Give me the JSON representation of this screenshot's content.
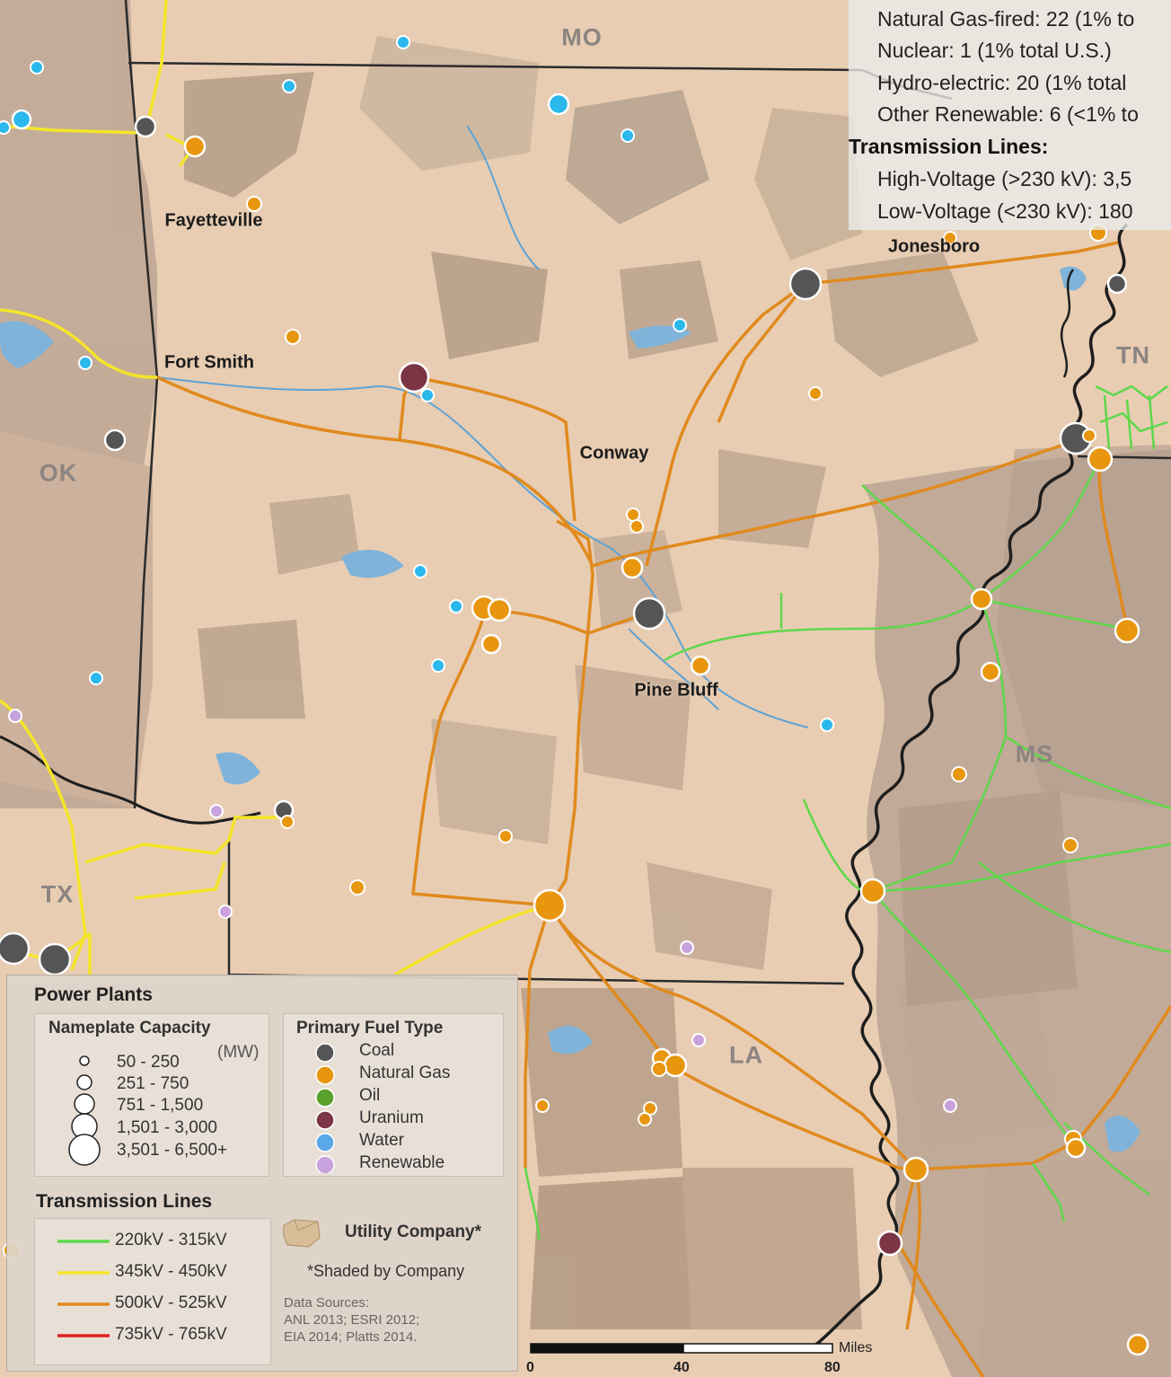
{
  "map": {
    "states": [
      {
        "label": "MO"
      },
      {
        "label": "OK"
      },
      {
        "label": "TX"
      },
      {
        "label": "TN"
      },
      {
        "label": "MS"
      },
      {
        "label": "LA"
      }
    ],
    "cities": [
      {
        "label": "Fayetteville"
      },
      {
        "label": "Fort Smith"
      },
      {
        "label": "Jonesboro"
      },
      {
        "label": "Conway"
      },
      {
        "label": "Pine Bluff"
      }
    ]
  },
  "info": {
    "lines": [
      "Natural Gas-fired: 22 (1% to",
      "Nuclear: 1 (1% total U.S.)",
      "Hydro-electric: 20 (1% total",
      "Other Renewable: 6 (<1% to"
    ],
    "heading": "Transmission Lines:",
    "tx_lines": [
      "High-Voltage (>230 kV): 3,5",
      "Low-Voltage (<230 kV): 180"
    ]
  },
  "legend": {
    "power_plants_title": "Power Plants",
    "capacity_title": "Nameplate Capacity",
    "capacity_unit": "(MW)",
    "capacity_classes": [
      "50 - 250",
      "251 - 750",
      "751 - 1,500",
      "1,501 - 3,000",
      "3,501 - 6,500+"
    ],
    "fuel_title": "Primary Fuel Type",
    "fuels": [
      {
        "label": "Coal",
        "color": "#555555"
      },
      {
        "label": "Natural Gas",
        "color": "#e8960e"
      },
      {
        "label": "Oil",
        "color": "#5aa02c"
      },
      {
        "label": "Uranium",
        "color": "#7b3545"
      },
      {
        "label": "Water",
        "color": "#5aa8e8"
      },
      {
        "label": "Renewable",
        "color": "#c8a2dc"
      }
    ],
    "tx_title": "Transmission Lines",
    "tx_classes": [
      {
        "label": "220kV - 315kV",
        "color": "#5ed84a"
      },
      {
        "label": "345kV - 450kV",
        "color": "#f5e52a"
      },
      {
        "label": "500kV - 525kV",
        "color": "#e08a1e"
      },
      {
        "label": "735kV - 765kV",
        "color": "#e32020"
      }
    ],
    "utility_label": "Utility Company*",
    "utility_note": "*Shaded by Company",
    "sources": [
      "Data Sources:",
      "ANL 2013; ESRI 2012;",
      "EIA 2014; Platts 2014."
    ]
  },
  "scale": {
    "ticks": [
      "0",
      "40",
      "80"
    ],
    "unit": "Miles"
  },
  "plant_colors": {
    "coal": "#555555",
    "gas": "#e8960e",
    "uranium": "#7b3545",
    "water": "#2bb8ec",
    "renewable": "#c8a2dc"
  }
}
